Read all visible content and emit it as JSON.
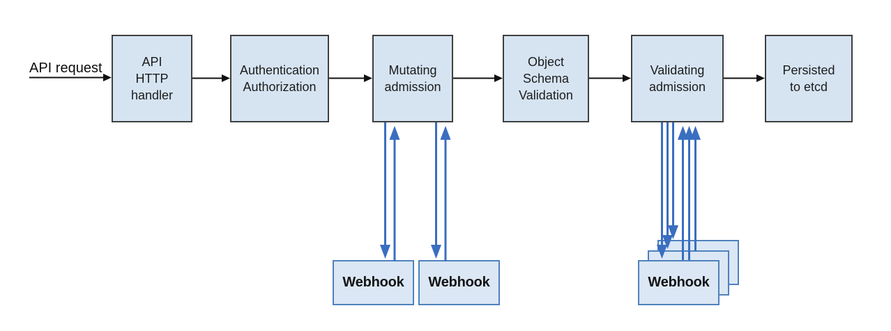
{
  "diagram": {
    "api_request_label": "API request",
    "stages": [
      {
        "name": "api-http-handler",
        "label": "API\nHTTP\nhandler"
      },
      {
        "name": "authentication-authorization",
        "label": "Authentication\nAuthorization"
      },
      {
        "name": "mutating-admission",
        "label": "Mutating\nadmission"
      },
      {
        "name": "object-schema-validation",
        "label": "Object\nSchema\nValidation"
      },
      {
        "name": "validating-admission",
        "label": "Validating\nadmission"
      },
      {
        "name": "persisted-to-etcd",
        "label": "Persisted\nto etcd"
      }
    ],
    "webhooks": {
      "mutating": [
        {
          "label": "Webhook"
        },
        {
          "label": "Webhook"
        }
      ],
      "validating": [
        {
          "label": "Webhook"
        }
      ]
    },
    "colors": {
      "stage_fill": "#d6e4f2",
      "stage_border": "#3f3f3f",
      "webhook_fill": "#dbe7f4",
      "webhook_border": "#4f81bd",
      "flow_arrow": "#111111",
      "webhook_arrow": "#3a6ec0"
    }
  }
}
